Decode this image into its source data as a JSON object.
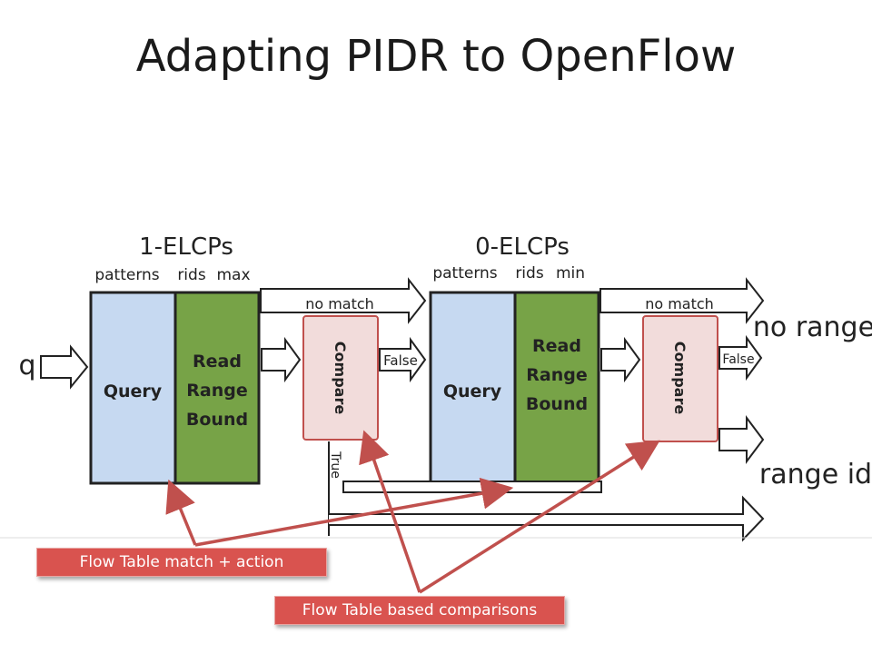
{
  "slide": {
    "title": "Adapting PIDR to OpenFlow"
  },
  "diagram": {
    "input_label": "q",
    "stage1": {
      "header": "1-ELCPs",
      "cols": [
        "patterns",
        "rids",
        "max"
      ]
    },
    "stage2": {
      "header": "0-ELCPs",
      "cols": [
        "patterns",
        "rids",
        "min"
      ]
    },
    "query_label": "Query",
    "read_label_lines": [
      "Read",
      "Range",
      "Bound"
    ],
    "compare_label": "Compare",
    "no_match_label": "no match",
    "false_label": "False",
    "true_label": "True",
    "outputs": {
      "no_range": "no range",
      "range_id": "range id"
    }
  },
  "callouts": {
    "match_action": "Flow Table match + action",
    "comparisons": "Flow Table based comparisons"
  },
  "colors": {
    "query_fill": "#c6d9f1",
    "read_fill": "#77a347",
    "compare_fill": "#f2dcdb",
    "compare_border": "#c0504d",
    "callout_fill": "#d9534f",
    "callout_arrow": "#c0504d"
  }
}
